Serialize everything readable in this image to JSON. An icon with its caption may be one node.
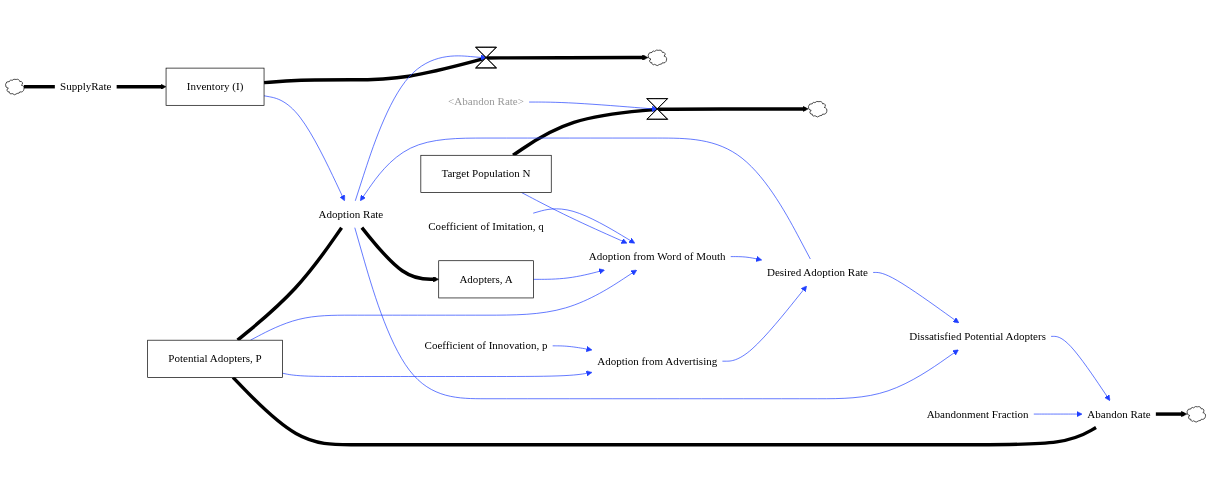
{
  "diagram": {
    "nodes": [
      {
        "text": [],
        "shape": "cloud"
      },
      {
        "text": [
          "SupplyRate"
        ]
      },
      {
        "text": [
          "Inventory (I)"
        ]
      },
      {
        "text": [],
        "shape": "valve"
      },
      {
        "text": [],
        "shape": "cloud"
      },
      {
        "text": [],
        "shape": "cloud"
      },
      {
        "text": [
          "Abandon Rate"
        ]
      },
      {
        "text": [
          "Potential Adopters, P"
        ]
      },
      {
        "text": [
          "Adoption Rate"
        ]
      },
      {
        "text": [
          "Adopters, A"
        ]
      },
      {
        "text": [
          "Target Population N"
        ]
      },
      {
        "text": [],
        "shape": "valve"
      },
      {
        "text": [],
        "shape": "cloud"
      },
      {
        "text": [
          "Abandonment Fraction"
        ]
      },
      {
        "text": [
          "Dissatisfied Potential Adopters"
        ]
      },
      {
        "text": [
          "Desired Adoption Rate"
        ]
      },
      {
        "text": [
          "Adoption from Advertising"
        ]
      },
      {
        "text": [
          "Coefficient of Innovation, p"
        ]
      },
      {
        "text": [
          "Adoption from Word of Mouth"
        ]
      },
      {
        "text": [
          "Coefficient of Imitation, q"
        ]
      },
      {
        "text": [
          "<Abandon Rate>"
        ]
      }
    ],
    "edges": [
      {
        "from": 0,
        "to": 1,
        "arrow": "none",
        "style": "thick",
        "color": "#000000"
      },
      {
        "from": 1,
        "to": 2,
        "arrow": "to",
        "style": "thick",
        "color": "#000000"
      },
      {
        "from": 2,
        "to": 3,
        "arrow": "none",
        "style": "thick",
        "color": "#000000"
      },
      {
        "from": 3,
        "to": 4,
        "arrow": "to",
        "style": "thick",
        "color": "#000000"
      },
      {
        "from": 7,
        "to": 6,
        "arrow": "none",
        "style": "thick",
        "color": "#000000"
      },
      {
        "from": 6,
        "to": 5,
        "arrow": "to",
        "style": "thick",
        "color": "#000000"
      },
      {
        "from": 7,
        "to": 8,
        "arrow": "none",
        "style": "thick",
        "color": "#000000"
      },
      {
        "from": 8,
        "to": 9,
        "arrow": "to",
        "style": "thick",
        "color": "#000000"
      },
      {
        "from": 10,
        "to": 11,
        "arrow": "none",
        "style": "thick",
        "color": "#000000"
      },
      {
        "from": 11,
        "to": 12,
        "arrow": "to",
        "style": "thick",
        "color": "#000000"
      },
      {
        "from": 2,
        "to": 8,
        "arrow": "to"
      },
      {
        "from": 8,
        "to": 3,
        "arrow": "to"
      },
      {
        "from": 13,
        "to": 6,
        "arrow": "to"
      },
      {
        "from": 14,
        "to": 6,
        "arrow": "to"
      },
      {
        "from": 8,
        "to": 14,
        "arrow": "to"
      },
      {
        "from": 15,
        "to": 14,
        "arrow": "to"
      },
      {
        "from": 7,
        "to": 16,
        "arrow": "to"
      },
      {
        "from": 7,
        "to": 18,
        "arrow": "to"
      },
      {
        "from": 16,
        "to": 15,
        "arrow": "to"
      },
      {
        "from": 17,
        "to": 16,
        "arrow": "to"
      },
      {
        "from": 15,
        "to": 8,
        "arrow": "to"
      },
      {
        "from": 18,
        "to": 15,
        "arrow": "to"
      },
      {
        "from": 9,
        "to": 18,
        "arrow": "to"
      },
      {
        "from": 10,
        "to": 18,
        "arrow": "to"
      },
      {
        "from": 19,
        "to": 18,
        "arrow": "to"
      },
      {
        "from": 20,
        "to": 11,
        "arrow": "to"
      }
    ]
  }
}
